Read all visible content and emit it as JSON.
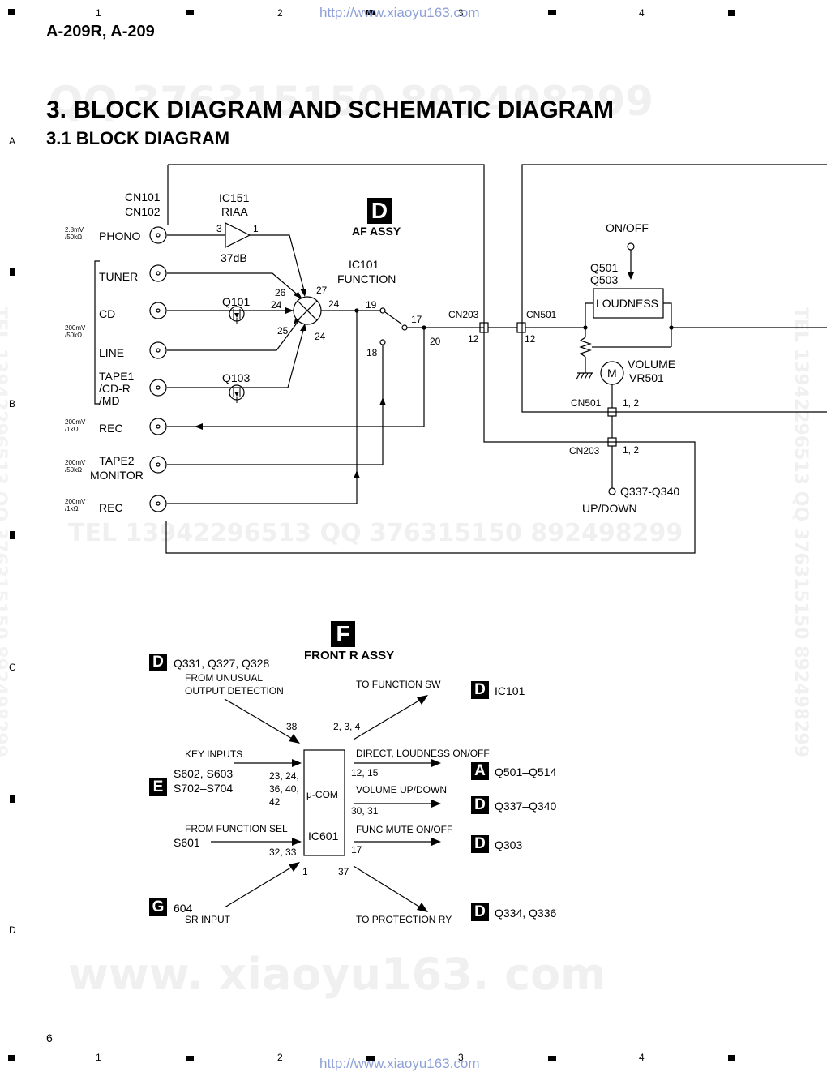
{
  "header": {
    "model": "A-209R, A-209",
    "url_top": "http://www.xiaoyu163.com",
    "url_bottom": "http://www.xiaoyu163.com",
    "col_markers": [
      "1",
      "2",
      "3",
      "4"
    ],
    "row_markers": [
      "A",
      "B",
      "C",
      "D"
    ],
    "page_number": "6"
  },
  "titles": {
    "section": "3. BLOCK DIAGRAM AND SCHEMATIC DIAGRAM",
    "subsection": "3.1 BLOCK DIAGRAM"
  },
  "watermarks": {
    "qq_top": "QQ 376315150   892498299",
    "tel_mid": "TEL 13942296513      QQ 376315150  892498299",
    "www_bottom": "www. xiaoyu163. com",
    "side_right": "TEL 13942296513  QQ 376315150  892498299",
    "side_left": "TEL 13942296513  QQ 376315150  892498299"
  },
  "af_assy": {
    "badge": "D",
    "title": "AF ASSY",
    "cn_label_1": "CN101",
    "cn_label_2": "CN102",
    "ic151_1": "IC151",
    "ic151_2": "RIAA",
    "gain": "37dB",
    "pin3": "3",
    "pin1": "1",
    "ic101_1": "IC101",
    "ic101_2": "FUNCTION",
    "inputs": {
      "phono_level_1": "2.8mV",
      "phono_level_2": "/50kΩ",
      "phono": "PHONO",
      "tuner": "TUNER",
      "cd": "CD",
      "line": "LINE",
      "group_level_1": "200mV",
      "group_level_2": "/50kΩ",
      "tape1_1": "TAPE1",
      "tape1_2": "/CD-R",
      "tape1_3": "/MD",
      "rec1_level_1": "200mV",
      "rec1_level_2": "/1kΩ",
      "rec1": "REC",
      "tape2_level_1": "200mV",
      "tape2_level_2": "/50kΩ",
      "tape2_1": "TAPE2",
      "tape2_2": "MONITOR",
      "rec2_level_1": "200mV",
      "rec2_level_2": "/1kΩ",
      "rec2": "REC"
    },
    "q101": "Q101",
    "q103": "Q103",
    "pins": {
      "p26": "26",
      "p27": "27",
      "p24a": "24",
      "p24b": "24",
      "p25": "25",
      "p24c": "24",
      "p19": "19",
      "p17": "17",
      "p20": "20",
      "p18": "18",
      "p12a": "12",
      "p12b": "12",
      "p12_a": "1, 2",
      "p12_b": "1, 2"
    },
    "cn203": "CN203",
    "cn501": "CN501",
    "cn501b": "CN501",
    "cn203b": "CN203",
    "onoff": "ON/OFF",
    "q501": "Q501",
    "q503": "Q503",
    "loudness": "LOUDNESS",
    "volume": "VOLUME",
    "vr501": "VR501",
    "motor": "M",
    "q337": "Q337-Q340",
    "updown": "UP/DOWN"
  },
  "front_assy": {
    "badge": "F",
    "title": "FRONT R ASSY",
    "ucom": "μ-COM",
    "ic601": "IC601",
    "left": [
      {
        "badge": "D",
        "ref": "Q331, Q327, Q328",
        "desc1": "FROM UNUSUAL",
        "desc2": "OUTPUT DETECTION",
        "pins": "38"
      },
      {
        "badge": "E",
        "ref1": "S602, S603",
        "ref2": "S702–S704",
        "desc": "KEY INPUTS",
        "pins1": "23, 24,",
        "pins2": "36, 40,",
        "pins3": "42"
      },
      {
        "ref": "S601",
        "desc": "FROM FUNCTION SEL",
        "pins": "32, 33"
      },
      {
        "badge": "G",
        "ref": "604",
        "desc": "SR INPUT",
        "pins": "1"
      }
    ],
    "right": [
      {
        "badge": "D",
        "ref": "IC101",
        "desc": "TO FUNCTION SW",
        "pins": "2, 3, 4"
      },
      {
        "badge": "A",
        "ref": "Q501–Q514",
        "desc": "DIRECT, LOUDNESS ON/OFF",
        "pins": "12, 15"
      },
      {
        "badge": "D",
        "ref": "Q337–Q340",
        "desc": "VOLUME UP/DOWN",
        "pins": "30, 31"
      },
      {
        "badge": "D",
        "ref": "Q303",
        "desc": "FUNC MUTE ON/OFF",
        "pins": "17"
      },
      {
        "badge": "D",
        "ref": "Q334, Q336",
        "desc": "TO PROTECTION RY",
        "pins": "37"
      }
    ]
  }
}
